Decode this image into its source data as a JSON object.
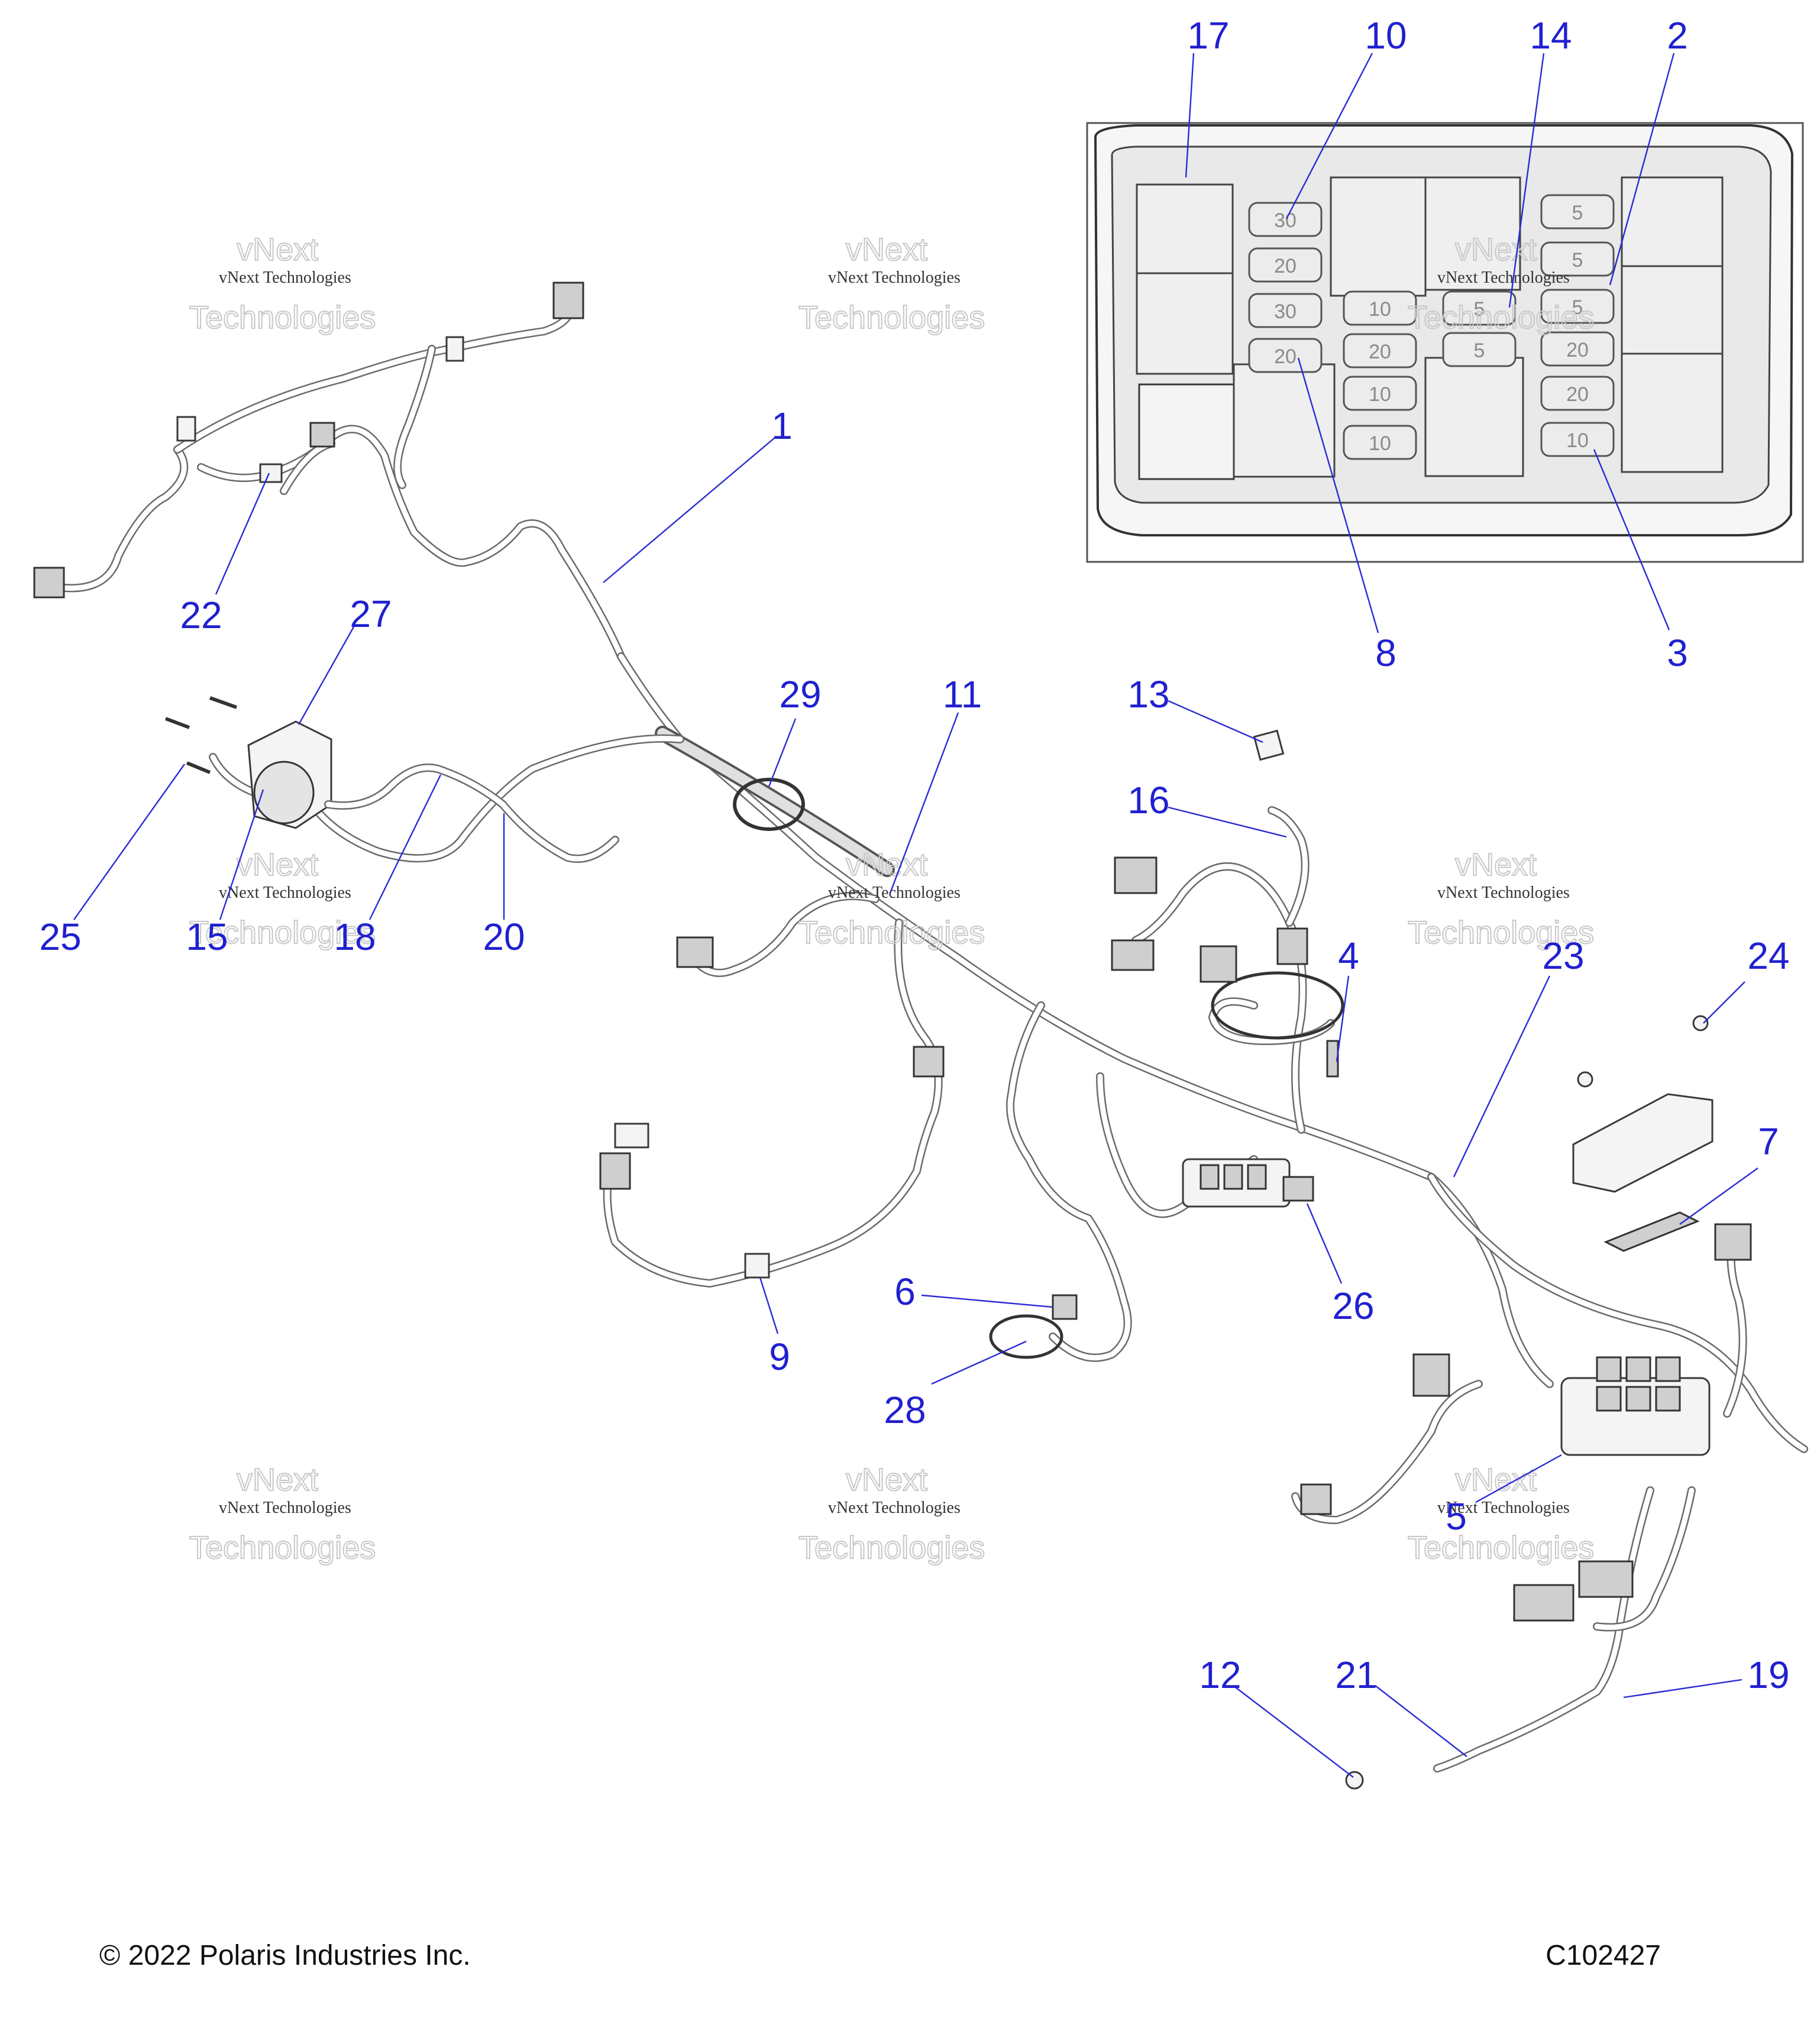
{
  "callouts": [
    {
      "id": "1",
      "label": "1"
    },
    {
      "id": "2",
      "label": "2"
    },
    {
      "id": "3",
      "label": "3"
    },
    {
      "id": "4",
      "label": "4"
    },
    {
      "id": "5",
      "label": "5"
    },
    {
      "id": "6",
      "label": "6"
    },
    {
      "id": "7",
      "label": "7"
    },
    {
      "id": "8",
      "label": "8"
    },
    {
      "id": "9",
      "label": "9"
    },
    {
      "id": "10",
      "label": "10"
    },
    {
      "id": "11",
      "label": "11"
    },
    {
      "id": "12",
      "label": "12"
    },
    {
      "id": "13",
      "label": "13"
    },
    {
      "id": "14",
      "label": "14"
    },
    {
      "id": "15",
      "label": "15"
    },
    {
      "id": "16",
      "label": "16"
    },
    {
      "id": "17",
      "label": "17"
    },
    {
      "id": "18",
      "label": "18"
    },
    {
      "id": "19",
      "label": "19"
    },
    {
      "id": "20",
      "label": "20"
    },
    {
      "id": "21",
      "label": "21"
    },
    {
      "id": "22",
      "label": "22"
    },
    {
      "id": "23",
      "label": "23"
    },
    {
      "id": "24",
      "label": "24"
    },
    {
      "id": "25",
      "label": "25"
    },
    {
      "id": "26",
      "label": "26"
    },
    {
      "id": "27",
      "label": "27"
    },
    {
      "id": "28",
      "label": "28"
    },
    {
      "id": "29",
      "label": "29"
    }
  ],
  "fuse_box": {
    "column_a": [
      "30",
      "20",
      "30",
      "20"
    ],
    "column_b": [
      "10",
      "20",
      "10",
      "10"
    ],
    "column_c": [
      "5",
      "5"
    ],
    "column_d": [
      "5",
      "5",
      "5",
      "20",
      "20",
      "10"
    ]
  },
  "watermark": {
    "small": "vNext Technologies",
    "large_line1": "vNext",
    "large_line2": "Technologies"
  },
  "footer": {
    "copyright": "© 2022 Polaris Industries Inc.",
    "code": "C102427"
  }
}
